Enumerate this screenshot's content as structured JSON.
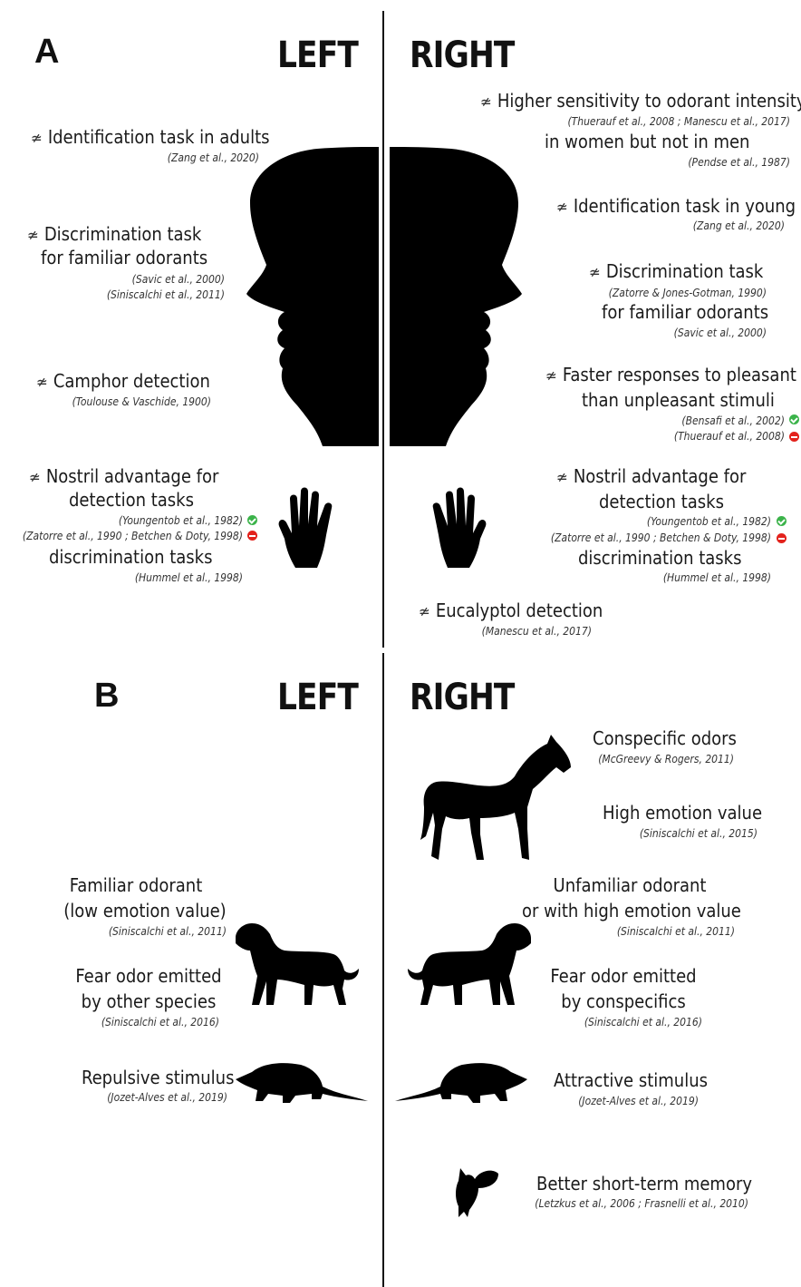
{
  "panels": {
    "a_letter": "A",
    "b_letter": "B",
    "left_header": "LEFT",
    "right_header": "RIGHT"
  },
  "icons": {
    "nose": "≄",
    "confirmed": "check-circle-green",
    "refuted": "minus-circle-red"
  },
  "colors": {
    "confirmed": "#3bb34a",
    "refuted": "#e3221c",
    "silhouette": "#000000"
  },
  "panel_a": {
    "left": [
      {
        "text": "Identification task in adults",
        "refs": [
          "(Zang et al., 2020)"
        ]
      },
      {
        "text_lines": [
          "Discrimination task",
          "for familiar odorants"
        ],
        "refs": [
          "(Savic et al., 2000)",
          "(Siniscalchi et al., 2011)"
        ]
      },
      {
        "text": "Camphor detection",
        "refs": [
          "(Toulouse & Vaschide, 1900)"
        ]
      },
      {
        "text_lines": [
          "Nostril advantage for",
          "detection tasks",
          "discrimination tasks"
        ],
        "refs": [
          "(Youngentob et al., 1982)",
          "(Zatorre et al., 1990 ; Betchen & Doty, 1998)",
          "(Hummel et al., 1998)"
        ]
      }
    ],
    "right": [
      {
        "text_lines": [
          "Higher sensitivity to odorant intensity",
          "in women but not in men"
        ],
        "refs": [
          "(Thuerauf et al., 2008 ; Manescu et al., 2017)",
          "(Pendse et al., 1987)"
        ]
      },
      {
        "text": "Identification task in young",
        "refs": [
          "(Zang et al., 2020)"
        ]
      },
      {
        "text_lines": [
          "Discrimination task",
          "for familiar odorants"
        ],
        "refs": [
          "(Zatorre & Jones-Gotman, 1990)",
          "(Savic et al., 2000)"
        ]
      },
      {
        "text_lines": [
          "Faster responses to pleasant",
          "than unpleasant stimuli"
        ],
        "refs": [
          "(Bensafi et al., 2002)",
          "(Thuerauf et al., 2008)"
        ]
      },
      {
        "text_lines": [
          "Nostril advantage for",
          "detection tasks",
          "discrimination tasks"
        ],
        "refs": [
          "(Youngentob et al., 1982)",
          "(Zatorre et al., 1990 ; Betchen & Doty, 1998)",
          "(Hummel et al., 1998)"
        ]
      },
      {
        "text": "Eucalyptol detection",
        "refs": [
          "(Manescu et al., 2017)"
        ]
      }
    ]
  },
  "panel_b": {
    "left": [
      {
        "text_lines": [
          "Familiar odorant",
          "(low emotion value)"
        ],
        "refs": [
          "(Siniscalchi et al., 2011)"
        ]
      },
      {
        "text_lines": [
          "Fear odor emitted",
          "by other species"
        ],
        "refs": [
          "(Siniscalchi et al., 2016)"
        ]
      },
      {
        "text": "Repulsive stimulus",
        "refs": [
          "(Jozet-Alves et al., 2019)"
        ]
      }
    ],
    "right": [
      {
        "text": "Conspecific odors",
        "refs": [
          "(McGreevy & Rogers, 2011)"
        ]
      },
      {
        "text": "High emotion value",
        "refs": [
          "(Siniscalchi et al., 2015)"
        ]
      },
      {
        "text_lines": [
          "Unfamiliar odorant",
          "or with high emotion value"
        ],
        "refs": [
          "(Siniscalchi et al., 2011)"
        ]
      },
      {
        "text_lines": [
          "Fear odor emitted",
          "by conspecifics"
        ],
        "refs": [
          "(Siniscalchi et al., 2016)"
        ]
      },
      {
        "text": "Attractive stimulus",
        "refs": [
          "(Jozet-Alves et al., 2019)"
        ]
      },
      {
        "text": "Better short-term memory",
        "refs": [
          "(Letzkus et al., 2006 ; Frasnelli et al., 2010)"
        ]
      }
    ]
  }
}
